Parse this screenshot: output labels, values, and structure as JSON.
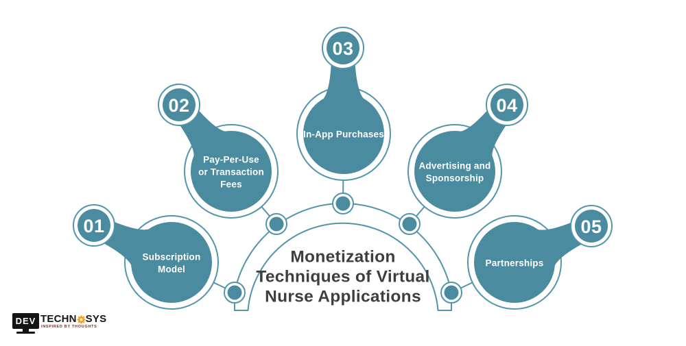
{
  "title": {
    "full": "Monetization Techniques of Virtual Nurse Applications",
    "lines": [
      "Monetization",
      "Techniques of Virtual",
      "Nurse Applications"
    ]
  },
  "items": [
    {
      "number": "01",
      "label": "Subscription Model",
      "label_lines": [
        "Subscription",
        "Model"
      ]
    },
    {
      "number": "02",
      "label": "Pay-Per-Use or Transaction Fees",
      "label_lines": [
        "Pay-Per-Use",
        "or Transaction",
        "Fees"
      ]
    },
    {
      "number": "03",
      "label": "In-App Purchases",
      "label_lines": [
        "In-App Purchases"
      ]
    },
    {
      "number": "04",
      "label": "Advertising and Sponsorship",
      "label_lines": [
        "Advertising and",
        "Sponsorship"
      ]
    },
    {
      "number": "05",
      "label": "Partnerships",
      "label_lines": [
        "Partnerships"
      ]
    }
  ],
  "logo": {
    "box_text": "DEV",
    "word_left": "TECHN",
    "word_right": "SYS",
    "gear_icon": "gear-icon",
    "tagline": "INSPIRED BY THOUGHTS"
  },
  "colors": {
    "teal_fill": "#4b8ba0",
    "teal_stroke": "#5295ab",
    "title_text": "#3e3e3e",
    "logo_black": "#141414",
    "logo_orange": "#f59b1e",
    "tagline_red": "#7a2b23",
    "background": "#ffffff"
  }
}
